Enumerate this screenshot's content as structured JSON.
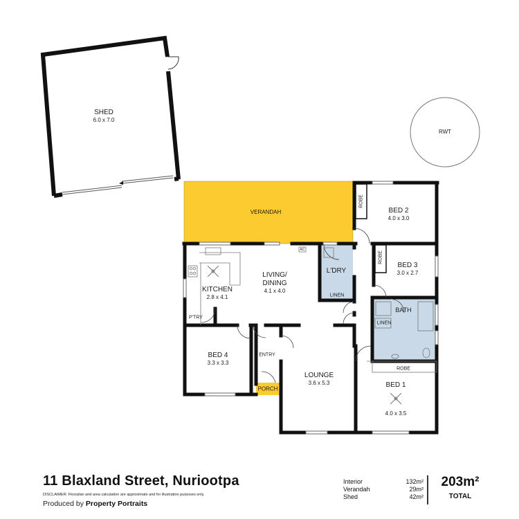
{
  "colors": {
    "wall": "#111111",
    "verandah": "#fbcb2f",
    "porch": "#fbcb2f",
    "wet_area": "#c9d9e8",
    "background": "#ffffff"
  },
  "rooms": {
    "shed": {
      "name": "SHED",
      "dim": "6.0 x 7.0"
    },
    "rwt": {
      "name": "RWT"
    },
    "verandah": {
      "name": "VERANDAH"
    },
    "bed2": {
      "name": "BED 2",
      "dim": "4.0 x 3.0",
      "robe": "ROBE"
    },
    "bed3": {
      "name": "BED 3",
      "dim": "3.0 x 2.7",
      "robe": "ROBE"
    },
    "laundry": {
      "name": "L'DRY",
      "linen": "LINEN"
    },
    "living": {
      "name_line1": "LIVING/",
      "name_line2": "DINING",
      "dim": "4.1 x 4.0",
      "ac": "AC"
    },
    "kitchen": {
      "name": "KITCHEN",
      "dim": "2.8 x 4.1"
    },
    "pantry": {
      "name": "P'TRY"
    },
    "bath": {
      "name": "BATH",
      "linen": "LINEN"
    },
    "bed4": {
      "name": "BED 4",
      "dim": "3.3 x 3.3"
    },
    "entry": {
      "name": "ENTRY"
    },
    "porch": {
      "name": "PORCH"
    },
    "lounge": {
      "name": "LOUNGE",
      "dim": "3.6 x 5.3"
    },
    "bed1": {
      "name": "BED 1",
      "dim": "4.0 x 3.5",
      "robe": "ROBE"
    }
  },
  "footer": {
    "address": "11 Blaxland Street, Nuriootpa",
    "disclaimer": "DISCLAIMER: Floorplan and area calculation are approximate and for illustration purposes only.",
    "produced_prefix": "Produced by ",
    "produced_brand": "Property Portraits"
  },
  "areas": [
    {
      "label": "Interior",
      "value": "132m²"
    },
    {
      "label": "Verandah",
      "value": "29m²"
    },
    {
      "label": "Shed",
      "value": "42m²"
    }
  ],
  "total": {
    "value": "203m²",
    "label": "TOTAL"
  }
}
